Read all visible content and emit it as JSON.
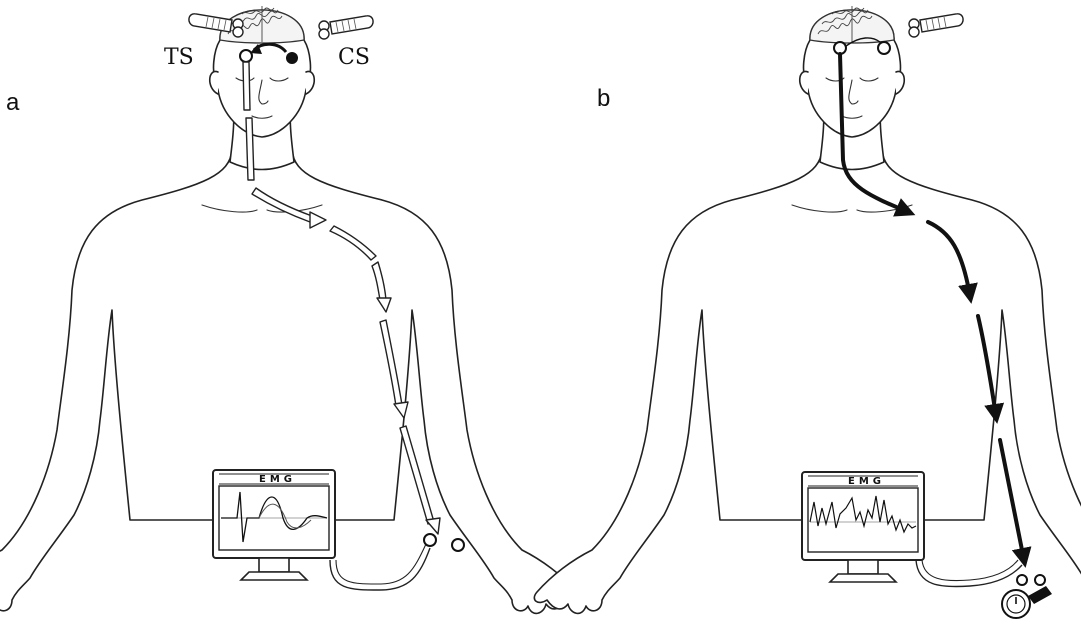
{
  "panels": [
    {
      "letter": "a",
      "coil_labels": [
        "TS",
        "CS"
      ],
      "monitor_label": "EMG",
      "pathway_arrow_style": "open",
      "emg_trace": "mep"
    },
    {
      "letter": "b",
      "coil_labels": [],
      "monitor_label": "EMG",
      "pathway_arrow_style": "solid",
      "emg_trace": "voluntary"
    }
  ],
  "colors": {
    "line": "#222222",
    "arrow_fill_open": "#ffffff",
    "arrow_fill_solid": "#111111",
    "background": "#ffffff"
  }
}
